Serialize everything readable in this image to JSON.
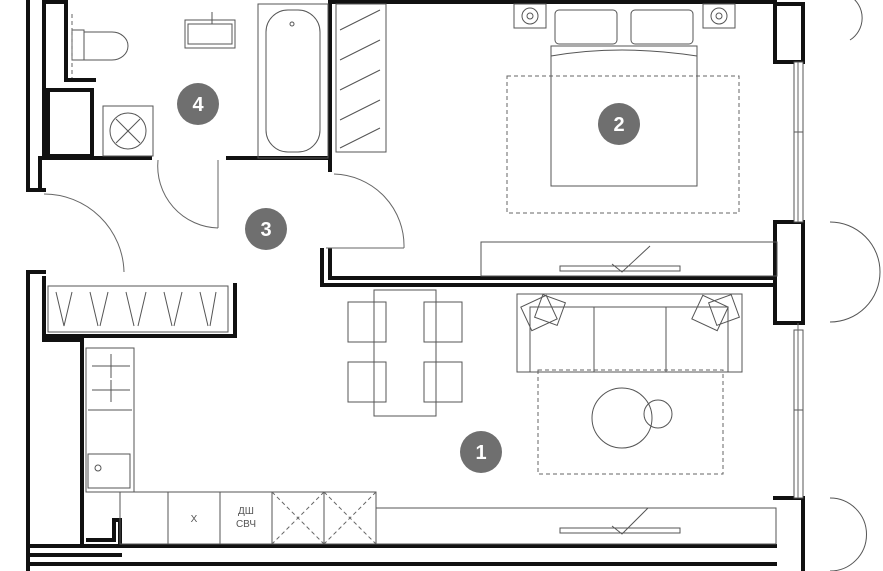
{
  "rooms": [
    {
      "number": "1",
      "name": "living-kitchen"
    },
    {
      "number": "2",
      "name": "bedroom"
    },
    {
      "number": "3",
      "name": "hallway"
    },
    {
      "number": "4",
      "name": "bathroom"
    }
  ],
  "appliance_labels": {
    "fridge": "Х",
    "dishwasher": "ДШ",
    "microwave": "СВЧ"
  },
  "colors": {
    "walls": "#111111",
    "furniture": "#555555",
    "badge": "#6f6f6f"
  }
}
